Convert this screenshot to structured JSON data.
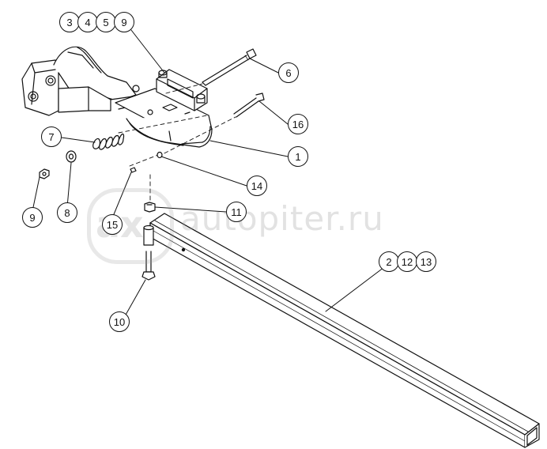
{
  "diagram": {
    "part_labels": [
      {
        "id": "label-3",
        "text": "3"
      },
      {
        "id": "label-4",
        "text": "4"
      },
      {
        "id": "label-5",
        "text": "5"
      },
      {
        "id": "label-9-top",
        "text": "9"
      },
      {
        "id": "label-6",
        "text": "6"
      },
      {
        "id": "label-16",
        "text": "16"
      },
      {
        "id": "label-1",
        "text": "1"
      },
      {
        "id": "label-7",
        "text": "7"
      },
      {
        "id": "label-14",
        "text": "14"
      },
      {
        "id": "label-9-left",
        "text": "9"
      },
      {
        "id": "label-8",
        "text": "8"
      },
      {
        "id": "label-15",
        "text": "15"
      },
      {
        "id": "label-11",
        "text": "11"
      },
      {
        "id": "label-2",
        "text": "2"
      },
      {
        "id": "label-12",
        "text": "12"
      },
      {
        "id": "label-13",
        "text": "13"
      },
      {
        "id": "label-10",
        "text": "10"
      }
    ]
  },
  "watermark": {
    "logo": "ax",
    "text": "autopiter.ru"
  }
}
